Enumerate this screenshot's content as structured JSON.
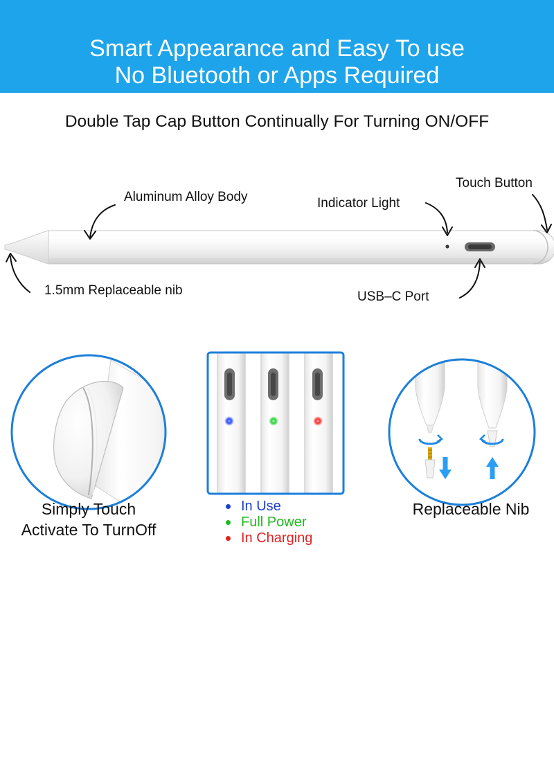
{
  "banner": {
    "line1": "Smart Appearance and Easy To use",
    "line2": "No Bluetooth or Apps Required"
  },
  "subtitle": "Double Tap Cap Button Continually For Turning ON/OFF",
  "callouts": {
    "touch_button": "Touch Button",
    "body": "Aluminum Alloy Body",
    "indicator": "Indicator Light",
    "nib": "1.5mm Replaceable nib",
    "usb": "USB–C Port"
  },
  "panels": {
    "touch": {
      "line1": "Simply Touch",
      "line2": "Activate To TurnOff"
    },
    "nib": {
      "label": "Replaceable Nib"
    }
  },
  "legend": [
    {
      "label": "In Use",
      "color": "#1e40c8"
    },
    {
      "label": "Full Power",
      "color": "#22b822"
    },
    {
      "label": "In Charging",
      "color": "#e02222"
    }
  ],
  "colors": {
    "banner": "#1ea4ea",
    "circle_border": "#1c7fd9",
    "led_blue": "#2f4bff",
    "led_green": "#28d038",
    "led_red": "#ff2b2b"
  }
}
